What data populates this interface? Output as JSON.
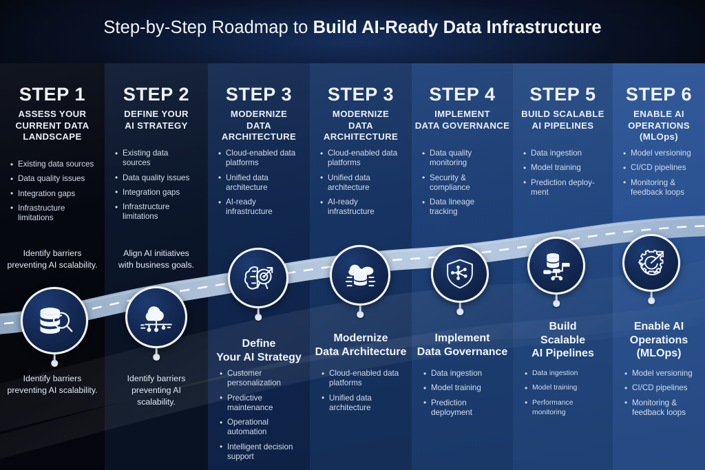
{
  "header": {
    "title_light": "Step-by-Step Roadmap to ",
    "title_bold": "Build AI-Ready Data Infrastructure"
  },
  "theme": {
    "background": "#04060d",
    "accent": "#b9cde4",
    "road": "#aec4dd",
    "text": "#e9eff8"
  },
  "columns": [
    {
      "step_label": "STEP 1",
      "heading": "ASSESS YOUR\nCURRENT DATA\nLANDSCAPE",
      "top_bullets": [
        "Existing data sources",
        "Data quality issues",
        "Integration gaps",
        "Infrastructure limitations"
      ],
      "tagline": "Identify barriers\npreventing AI scalability.",
      "icon": "database-search-icon",
      "bottom_title": "",
      "bottom_caption": "Identify barriers\npreventing AI scalability.",
      "bottom_bullets": []
    },
    {
      "step_label": "STEP 2",
      "heading": "DEFINE YOUR\nAI STRATEGY",
      "top_bullets": [
        "Existing data sources",
        "Data quality issues",
        "Integration gaps",
        "Infrastructure limitations"
      ],
      "tagline": "Align AI initiatives\nwith business goals.",
      "icon": "cloud-network-icon",
      "bottom_title": "",
      "bottom_caption": "Identify barriers\npreventing AI scalability.",
      "bottom_bullets": []
    },
    {
      "step_label": "STEP 3",
      "heading": "MODERNIZE\nDATA ARCHITECTURE",
      "top_bullets": [
        "Cloud-enabled data platforms",
        "Unified data architecture",
        "AI-ready infrastructure"
      ],
      "tagline": "",
      "icon": "brain-target-icon",
      "bottom_title": "Define\nYour AI Strategy",
      "bottom_caption": "",
      "bottom_bullets": [
        "Customer personalization",
        "Predictive maintenance",
        "Operational automation",
        "Intelligent decision support"
      ]
    },
    {
      "step_label": "STEP 3",
      "heading": "MODERNIZE\nDATA ARCHITECTURE",
      "top_bullets": [
        "Cloud-enabled data platforms",
        "Unified data architecture",
        "AI-ready infrastructure"
      ],
      "tagline": "",
      "icon": "cloud-database-icon",
      "bottom_title": "Modernize\nData Architecture",
      "bottom_caption": "",
      "bottom_bullets": [
        "Cloud-enabled data platforms",
        "Unified data architecture"
      ]
    },
    {
      "step_label": "STEP 4",
      "heading": "IMPLEMENT\nDATA GOVERNANCE",
      "top_bullets": [
        "Data quality monitoring",
        "Security & compliance",
        "Data lineage tracking"
      ],
      "tagline": "",
      "icon": "shield-network-icon",
      "bottom_title": "Implement\nData Governance",
      "bottom_caption": "",
      "bottom_bullets": [
        "Data ingestion",
        "Model training",
        "Prediction deployment"
      ]
    },
    {
      "step_label": "STEP 5",
      "heading": "BUILD SCALABLE\nAI PIPELINES",
      "top_bullets": [
        "Data ingestion",
        "Model training",
        "Prediction deploy-ment"
      ],
      "tagline": "",
      "icon": "database-pipeline-icon",
      "bottom_title": "Build\nScalable\nAI Pipelines",
      "bottom_caption": "",
      "bottom_bullets": [
        "Data ingestion",
        "Model training",
        "Performance monitoring"
      ]
    },
    {
      "step_label": "STEP 6",
      "heading": "ENABLE AI\nOPERATIONS (MLOps)",
      "top_bullets": [
        "Model versioning",
        "CI/CD pipelines",
        "Monitoring & feedback loops"
      ],
      "tagline": "",
      "icon": "gear-arrows-icon",
      "bottom_title": "Enable AI\nOperations\n(MLOps)",
      "bottom_caption": "",
      "bottom_bullets": [
        "Model versioning",
        "CI/CD pipelines",
        "Monitoring & feedback loops"
      ]
    }
  ]
}
